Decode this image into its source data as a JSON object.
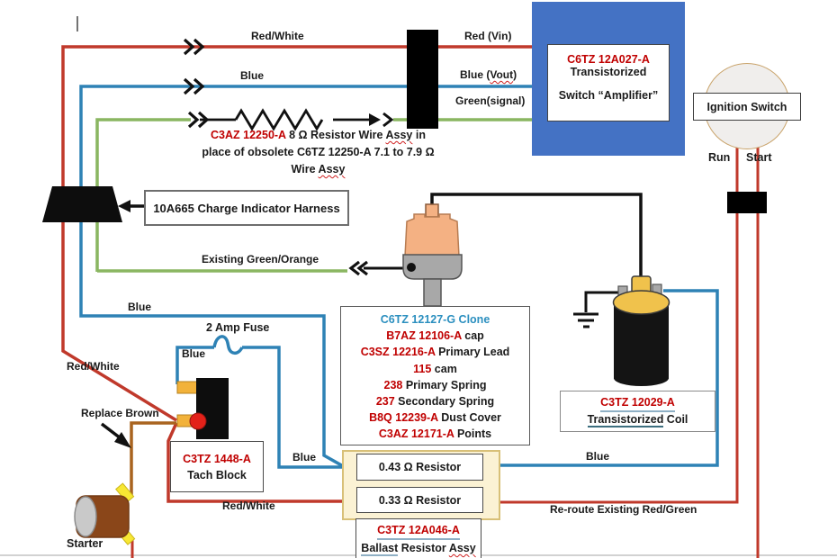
{
  "colors": {
    "wire_red": "#c0392b",
    "wire_blue": "#2e82b5",
    "wire_green": "#8ab661",
    "wire_brown": "#a9641f",
    "amplifier_box_blue": "#4472c4",
    "part_number_red": "#c00000",
    "clone_teal": "#2b8fbf",
    "ballast_box_cream": "#fbf2d4",
    "distributor_cap_orange": "#f4b183",
    "coil_yellow": "#f0c24c"
  },
  "top_wires": {
    "red_white_label": "Red/White",
    "blue_label": "Blue",
    "red_vin_label": "Red (Vin)",
    "blue_vout_a": "Blue (",
    "blue_vout_b": "Vout",
    "blue_vout_c": ")",
    "green_signal_label": "Green(signal)"
  },
  "resistor_note": {
    "part": "C3AZ 12250-A",
    "line1_b": " 8 Ω Resistor Wire ",
    "line1_assy": "Assy",
    "line1_d": " in",
    "line2": "place of obsolete C6TZ 12250-A 7.1 to 7.9 Ω",
    "line3_a": "Wire ",
    "line3_assy": "Assy"
  },
  "amplifier": {
    "part": "C6TZ 12A027-A",
    "name_line1": "Transistorized",
    "name_line2": "Switch “Amplifier”"
  },
  "ignition": {
    "label": "Ignition Switch",
    "run": "Run",
    "start": "Start"
  },
  "harness": {
    "label": "10A665 Charge Indicator Harness",
    "green_orange_label": "Existing Green/Orange",
    "blue_label": "Blue"
  },
  "fuse": {
    "label": "2 Amp Fuse",
    "blue_label": "Blue"
  },
  "tach": {
    "part": "C3TZ 1448-A",
    "name": "Tach Block"
  },
  "left_labels": {
    "red_white": "Red/White",
    "replace_brown": "Replace Brown",
    "starter": "Starter"
  },
  "distributor": {
    "lines": [
      {
        "num": "C6TZ 12127-G",
        "text": " Clone"
      },
      {
        "num": "B7AZ 12106-A",
        "text": " cap"
      },
      {
        "num": "C3SZ 12216-A",
        "text": " Primary Lead"
      },
      {
        "num": "115",
        "text": " cam"
      },
      {
        "num": "238",
        "text": " Primary Spring"
      },
      {
        "num": "237",
        "text": " Secondary Spring"
      },
      {
        "num": "B8Q 12239-A",
        "text": " Dust Cover"
      },
      {
        "num": "C3AZ 12171-A",
        "text": " Points"
      }
    ]
  },
  "coil": {
    "part": "C3TZ 12029-A",
    "name_a": "Transistorized",
    "name_b": " Coil",
    "blue_label": "Blue"
  },
  "ballast": {
    "resistor1": "0.43 Ω Resistor",
    "resistor2": "0.33 Ω Resistor",
    "part": "C3TZ 12A046-A",
    "name_a": "Ballast",
    "name_b": " Resistor ",
    "name_assy": "Assy"
  },
  "bottom_labels": {
    "red_white": "Red/White",
    "blue_mid": "Blue",
    "reroute": "Re-route Existing Red/Green"
  }
}
